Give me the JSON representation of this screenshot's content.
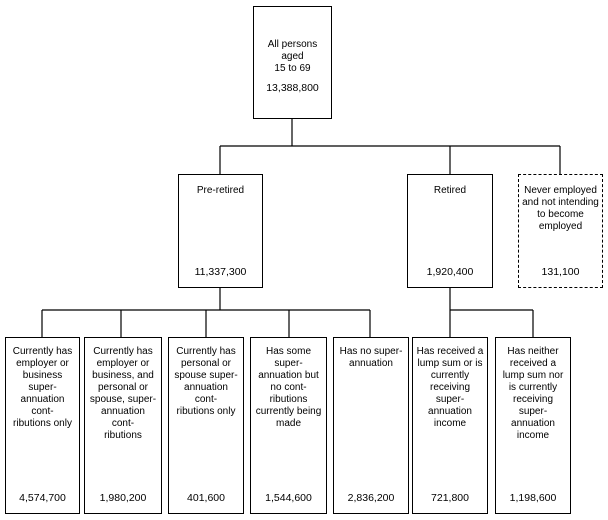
{
  "diagram": {
    "root": {
      "label": "All persons aged\n15 to 69",
      "value": "13,388,800"
    },
    "level2": [
      {
        "label": "Pre-retired",
        "value": "11,337,300"
      },
      {
        "label": "Retired",
        "value": "1,920,400"
      },
      {
        "label": "Never employed\nand not intending\nto become\nemployed",
        "value": "131,100"
      }
    ],
    "level3": [
      {
        "label": "Currently has\nemployer or\nbusiness\nsuper-\nannuation\ncont-\nributions only",
        "value": "4,574,700"
      },
      {
        "label": "Currently has\nemployer or\nbusiness, and\npersonal or\nspouse, super-\nannuation\ncont-\nributions",
        "value": "1,980,200"
      },
      {
        "label": "Currently has\npersonal or\nspouse super-\nannuation\ncont-\nributions only",
        "value": "401,600"
      },
      {
        "label": "Has some\nsuper-\nannuation but\nno cont-\nributions\ncurrently being\nmade",
        "value": "1,544,600"
      },
      {
        "label": "Has no super-\nannuation",
        "value": "2,836,200"
      },
      {
        "label": "Has received a\nlump sum or is\ncurrently\nreceiving\nsuper-\nannuation\nincome",
        "value": "721,800"
      },
      {
        "label": "Has neither\nreceived a\nlump sum nor\nis currently\nreceiving\nsuper-\nannuation\nincome",
        "value": "1,198,600"
      }
    ]
  }
}
